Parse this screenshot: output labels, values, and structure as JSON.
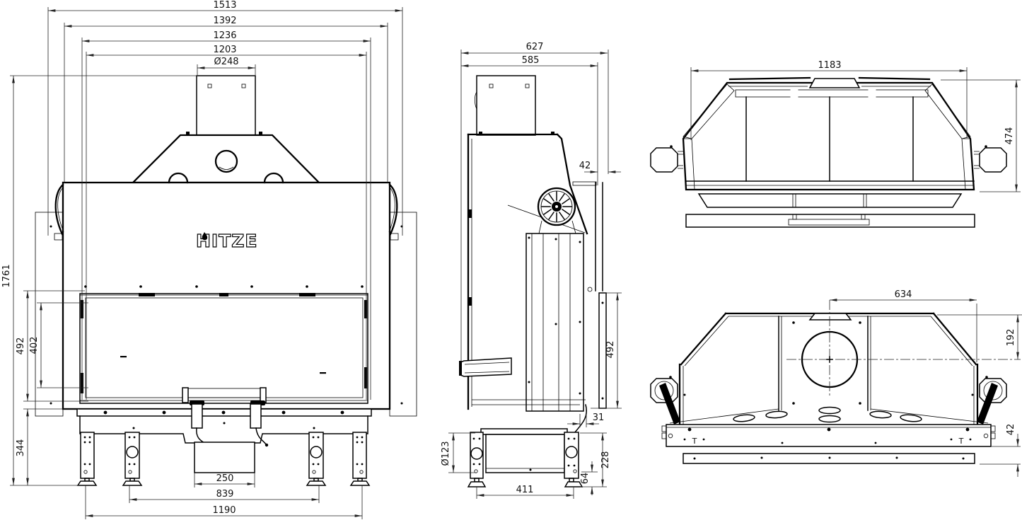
{
  "brand": {
    "logo_text": "HITZE"
  },
  "marks": {
    "datum": "T"
  },
  "dims": {
    "front": {
      "total_width": "1513",
      "outer_width": "1392",
      "frame_width": "1236",
      "glass_width": "1203",
      "flue_diameter": "Ø248",
      "total_height": "1761",
      "door_height": "492",
      "glass_height": "402",
      "base_height": "344",
      "duct_width": "250",
      "inner_feet_span": "839",
      "outer_feet_span": "1190"
    },
    "side": {
      "total_depth": "627",
      "body_depth": "585",
      "rear_gap": "42",
      "door_height": "492",
      "rear_offset": "31",
      "leg_hole_diameter": "Ø123",
      "feet_span": "411",
      "base_height": "228",
      "foot_height": "64"
    },
    "top_upper": {
      "glass_width": "1183",
      "depth": "474"
    },
    "top_lower": {
      "flue_offset": "634",
      "flue_depth": "192",
      "base_strip": "42"
    }
  }
}
